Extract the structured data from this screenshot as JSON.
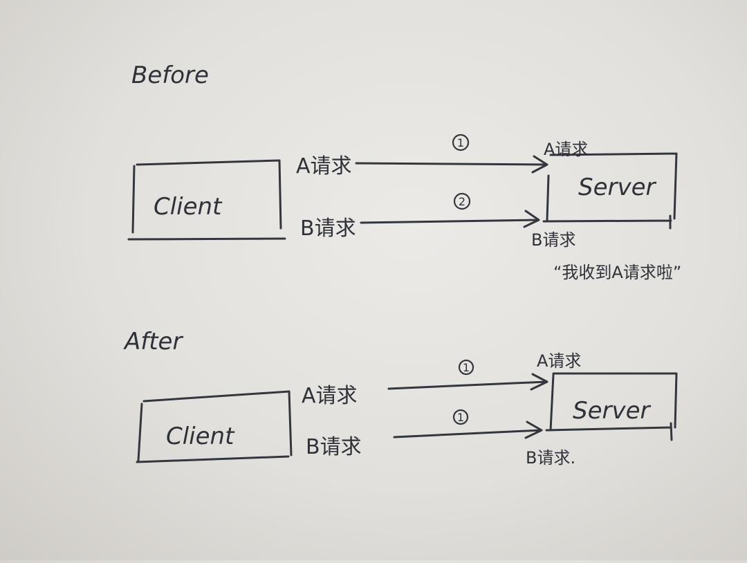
{
  "before": {
    "title": "Before",
    "client_label": "Client",
    "server_label": "Server",
    "request_a_label": "A请求",
    "request_b_label": "B请求",
    "step_a": "1",
    "step_b": "2",
    "server_a_label": "A请求",
    "server_b_label": "B请求",
    "note": "“我收到A请求啦”"
  },
  "after": {
    "title": "After",
    "client_label": "Client",
    "server_label": "Server",
    "request_a_label": "A请求",
    "request_b_label": "B请求",
    "step_a": "1",
    "step_b": "1",
    "server_a_label": "A请求",
    "server_b_label": "B请求."
  }
}
